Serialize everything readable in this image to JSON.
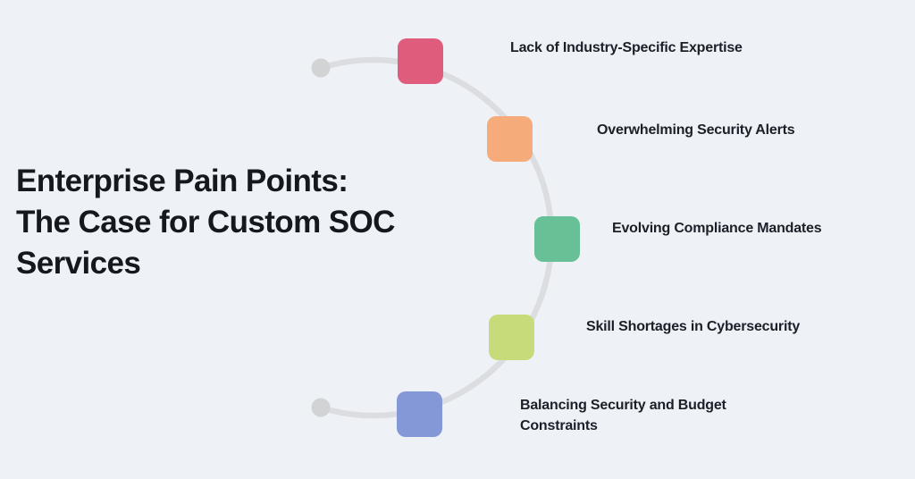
{
  "page": {
    "background": "#eef1f6"
  },
  "title": {
    "text": "Enterprise Pain Points:\nThe Case for Custom SOC\nServices",
    "color": "#15181f"
  },
  "diagram": {
    "arc_color": "#dcdde0",
    "dot_color": "#d2d3d5",
    "items": [
      {
        "label": "Lack of Industry-Specific Expertise",
        "color": "#e05c7c"
      },
      {
        "label": "Overwhelming Security Alerts",
        "color": "#f6ab7b"
      },
      {
        "label": "Evolving Compliance Mandates",
        "color": "#68c096"
      },
      {
        "label": "Skill Shortages in Cybersecurity",
        "color": "#c8db7a"
      },
      {
        "label": "Balancing Security and Budget Constraints",
        "color": "#8497d6"
      }
    ]
  }
}
